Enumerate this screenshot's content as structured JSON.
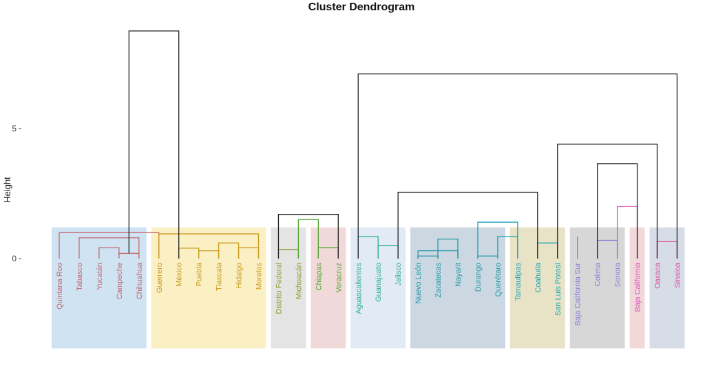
{
  "chart_data": {
    "type": "dendrogram",
    "title": "Cluster Dendrogram",
    "ylabel": "Height",
    "xlabel": "",
    "ylim": [
      -3.45,
      9.0
    ],
    "yticks": [
      0,
      5
    ],
    "leaves": [
      "Quintana Roo",
      "Tabasco",
      "Yucatán",
      "Campeche",
      "Chihuahua",
      "Guerrero",
      "México",
      "Puebla",
      "Tlaxcala",
      "Hidalgo",
      "Morelos",
      "Distrito Federal",
      "Michoacán",
      "Chiapas",
      "Veracruz",
      "Aguascalientes",
      "Guanajuato",
      "Jalisco",
      "Nuevo León",
      "Zacatecas",
      "Nayarit",
      "Durango",
      "Querétaro",
      "Tamaulipas",
      "Coahuila",
      "San Luis Potosí",
      "Baja California Sur",
      "Colima",
      "Sonora",
      "Baja California",
      "Oaxaca",
      "Sinaloa"
    ],
    "clusters": [
      {
        "leaves": [
          0,
          4
        ],
        "color": "#c4696f",
        "rect": "#cfe3f3"
      },
      {
        "leaves": [
          5,
          10
        ],
        "color": "#c99a1c",
        "rect": "#fbefc4"
      },
      {
        "leaves": [
          11,
          12
        ],
        "color": "#8c9a28",
        "rect": "#e4e4e4"
      },
      {
        "leaves": [
          13,
          14
        ],
        "color": "#4fa330",
        "rect": "#f2d9d9"
      },
      {
        "leaves": [
          15,
          17
        ],
        "color": "#2bb08a",
        "rect": "#e2eaf6"
      },
      {
        "leaves": [
          18,
          22
        ],
        "color": "#1f97a8",
        "rect": "#cbd7e1"
      },
      {
        "leaves": [
          23,
          25
        ],
        "color": "#18a3b8",
        "rect": "#e8e2c6"
      },
      {
        "leaves": [
          26,
          28
        ],
        "color": "#8a7fd6",
        "rect": "#d7d7d7"
      },
      {
        "leaves": [
          29,
          29
        ],
        "color": "#d657c0",
        "rect": "#f2d9d9"
      },
      {
        "leaves": [
          30,
          31
        ],
        "color": "#d94f9c",
        "rect": "#d7dde7"
      }
    ],
    "rect_range": [
      -3.45,
      1.2
    ],
    "merges": [
      {
        "a": "Campeche",
        "b": "Chihuahua",
        "h": 0.2,
        "color": "#c4696f"
      },
      {
        "a": 3,
        "b": "Yucatán",
        "h": 0.42,
        "color": "#c4696f"
      },
      {
        "a": 4,
        "b": "Tabasco",
        "h": 0.8,
        "color": "#c4696f"
      },
      {
        "a": 5,
        "b": "Quintana Roo",
        "h": 1.0,
        "color": "#c4696f"
      },
      {
        "a": "Puebla",
        "b": "Tlaxcala",
        "h": 0.3,
        "color": "#c99a1c"
      },
      {
        "a": 7,
        "b": "México",
        "h": 0.4,
        "color": "#c99a1c"
      },
      {
        "a": "Hidalgo",
        "b": "Morelos",
        "h": 0.42,
        "color": "#c99a1c"
      },
      {
        "a": 8,
        "b": 9,
        "h": 0.6,
        "color": "#c99a1c"
      },
      {
        "a": 10,
        "b": "Guerrero",
        "h": 0.95,
        "color": "#c99a1c"
      },
      {
        "a": "Distrito Federal",
        "b": "Michoacán",
        "h": 0.35,
        "color": "#8c9a28"
      },
      {
        "a": "Chiapas",
        "b": "Veracruz",
        "h": 0.42,
        "color": "#4fa330"
      },
      {
        "a": 12,
        "b": 13,
        "h": 1.5,
        "color": "#4fa330"
      },
      {
        "a": 11,
        "b": 14,
        "h": 1.7,
        "color": "#222222"
      },
      {
        "a": "Guanajuato",
        "b": "Jalisco",
        "h": 0.5,
        "color": "#2bb08a"
      },
      {
        "a": 16,
        "b": "Aguascalientes",
        "h": 0.85,
        "color": "#2bb08a"
      },
      {
        "a": "Durango",
        "b": "Querétaro",
        "h": 0.1,
        "color": "#1f97a8"
      },
      {
        "a": 18,
        "b": "Nayarit",
        "h": 0.3,
        "color": "#1f97a8"
      },
      {
        "a": "Nuevo León",
        "b": "Zacatecas",
        "h": 0.1,
        "color": "#1f97a8"
      },
      {
        "a": 20,
        "b": 19,
        "h": 0.75,
        "color": "#1f97a8"
      },
      {
        "a": "Coahuila",
        "b": "San Luis Potosí",
        "h": 0.6,
        "color": "#18a3b8"
      },
      {
        "a": 22,
        "b": "Tamaulipas",
        "h": 0.85,
        "color": "#18a3b8"
      },
      {
        "a": 21,
        "b": 23,
        "h": 1.4,
        "color": "#18a3b8"
      },
      {
        "a": 17,
        "b": 24,
        "h": 2.55,
        "color": "#222222"
      },
      {
        "a": "Colima",
        "b": "Sonora",
        "h": 0.7,
        "color": "#8a7fd6"
      },
      {
        "a": 26,
        "b": "Baja California Sur",
        "h": 0.85,
        "color": "#8a7fd6"
      },
      {
        "a": "Oaxaca",
        "b": "Sinaloa",
        "h": 0.65,
        "color": "#d94f9c"
      },
      {
        "a": 28,
        "b": "Baja California",
        "h": 2.0,
        "color": "#d657c0"
      },
      {
        "a": 27,
        "b": 29,
        "h": 3.65,
        "color": "#222222"
      },
      {
        "a": 25,
        "b": 30,
        "h": 4.4,
        "color": "#222222"
      },
      {
        "a": 15,
        "b": 31,
        "h": 7.1,
        "color": "#222222"
      },
      {
        "a": 6,
        "b": 32,
        "h": 8.75,
        "color": "#222222"
      }
    ]
  }
}
